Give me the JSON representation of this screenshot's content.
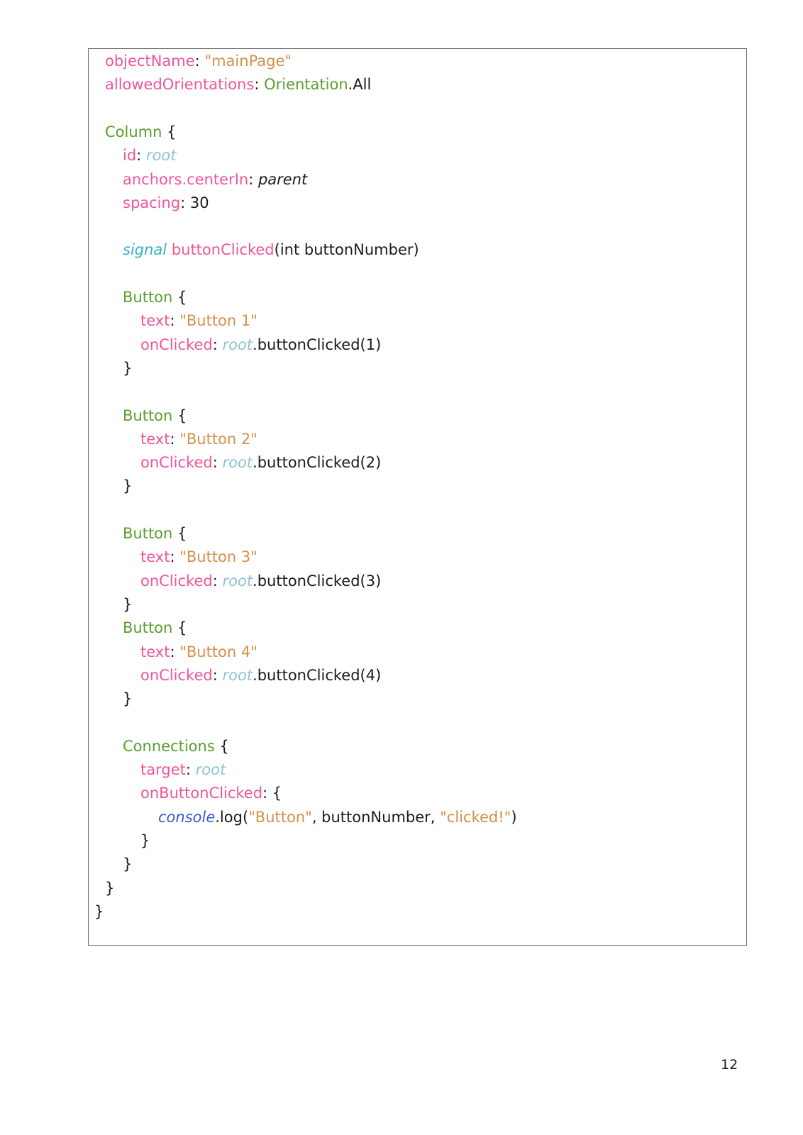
{
  "code_listing": {
    "language": "QML",
    "colors": {
      "property": "#f0559a",
      "string": "#d6904a",
      "type": "#5b9e2e",
      "id_reference": "#8cc5cf",
      "keyword": "#35b3c7",
      "builtin_object": "#3d57c9",
      "plain": "#1a1a1a"
    },
    "lines": [
      {
        "indent": 1,
        "tokens": [
          {
            "t": "objectName",
            "s": "prop"
          },
          {
            "t": ": ",
            "s": "plain"
          },
          {
            "t": "\"mainPage\"",
            "s": "str"
          }
        ]
      },
      {
        "indent": 1,
        "tokens": [
          {
            "t": "allowedOrientations",
            "s": "prop"
          },
          {
            "t": ": ",
            "s": "plain"
          },
          {
            "t": "Orientation",
            "s": "type"
          },
          {
            "t": ".All",
            "s": "plain"
          }
        ]
      },
      {
        "indent": 0,
        "tokens": []
      },
      {
        "indent": 1,
        "tokens": [
          {
            "t": "Column",
            "s": "type"
          },
          {
            "t": " {",
            "s": "plain"
          }
        ]
      },
      {
        "indent": 2,
        "tokens": [
          {
            "t": "id",
            "s": "prop"
          },
          {
            "t": ": ",
            "s": "plain"
          },
          {
            "t": "root",
            "s": "id"
          }
        ]
      },
      {
        "indent": 2,
        "tokens": [
          {
            "t": "anchors.centerIn",
            "s": "prop"
          },
          {
            "t": ": ",
            "s": "plain"
          },
          {
            "t": "parent",
            "s": "ital"
          }
        ]
      },
      {
        "indent": 2,
        "tokens": [
          {
            "t": "spacing",
            "s": "prop"
          },
          {
            "t": ": 30",
            "s": "plain"
          }
        ]
      },
      {
        "indent": 0,
        "tokens": []
      },
      {
        "indent": 2,
        "tokens": [
          {
            "t": "signal",
            "s": "kw"
          },
          {
            "t": " ",
            "s": "plain"
          },
          {
            "t": "buttonClicked",
            "s": "prop"
          },
          {
            "t": "(int buttonNumber)",
            "s": "plain"
          }
        ]
      },
      {
        "indent": 0,
        "tokens": []
      },
      {
        "indent": 2,
        "tokens": [
          {
            "t": "Button",
            "s": "type"
          },
          {
            "t": " {",
            "s": "plain"
          }
        ]
      },
      {
        "indent": 3,
        "tokens": [
          {
            "t": "text",
            "s": "prop"
          },
          {
            "t": ": ",
            "s": "plain"
          },
          {
            "t": "\"Button 1\"",
            "s": "str"
          }
        ]
      },
      {
        "indent": 3,
        "tokens": [
          {
            "t": "onClicked",
            "s": "prop"
          },
          {
            "t": ": ",
            "s": "plain"
          },
          {
            "t": "root",
            "s": "id"
          },
          {
            "t": ".buttonClicked(1)",
            "s": "plain"
          }
        ]
      },
      {
        "indent": 2,
        "tokens": [
          {
            "t": "}",
            "s": "plain"
          }
        ]
      },
      {
        "indent": 0,
        "tokens": []
      },
      {
        "indent": 2,
        "tokens": [
          {
            "t": "Button",
            "s": "type"
          },
          {
            "t": " {",
            "s": "plain"
          }
        ]
      },
      {
        "indent": 3,
        "tokens": [
          {
            "t": "text",
            "s": "prop"
          },
          {
            "t": ": ",
            "s": "plain"
          },
          {
            "t": "\"Button 2\"",
            "s": "str"
          }
        ]
      },
      {
        "indent": 3,
        "tokens": [
          {
            "t": "onClicked",
            "s": "prop"
          },
          {
            "t": ": ",
            "s": "plain"
          },
          {
            "t": "root",
            "s": "id"
          },
          {
            "t": ".buttonClicked(2)",
            "s": "plain"
          }
        ]
      },
      {
        "indent": 2,
        "tokens": [
          {
            "t": "}",
            "s": "plain"
          }
        ]
      },
      {
        "indent": 0,
        "tokens": []
      },
      {
        "indent": 2,
        "tokens": [
          {
            "t": "Button",
            "s": "type"
          },
          {
            "t": " {",
            "s": "plain"
          }
        ]
      },
      {
        "indent": 3,
        "tokens": [
          {
            "t": "text",
            "s": "prop"
          },
          {
            "t": ": ",
            "s": "plain"
          },
          {
            "t": "\"Button 3\"",
            "s": "str"
          }
        ]
      },
      {
        "indent": 3,
        "tokens": [
          {
            "t": "onClicked",
            "s": "prop"
          },
          {
            "t": ": ",
            "s": "plain"
          },
          {
            "t": "root",
            "s": "id"
          },
          {
            "t": ".buttonClicked(3)",
            "s": "plain"
          }
        ]
      },
      {
        "indent": 2,
        "tokens": [
          {
            "t": "}",
            "s": "plain"
          }
        ]
      },
      {
        "indent": 2,
        "tokens": [
          {
            "t": "Button",
            "s": "type"
          },
          {
            "t": " {",
            "s": "plain"
          }
        ]
      },
      {
        "indent": 3,
        "tokens": [
          {
            "t": "text",
            "s": "prop"
          },
          {
            "t": ": ",
            "s": "plain"
          },
          {
            "t": "\"Button 4\"",
            "s": "str"
          }
        ]
      },
      {
        "indent": 3,
        "tokens": [
          {
            "t": "onClicked",
            "s": "prop"
          },
          {
            "t": ": ",
            "s": "plain"
          },
          {
            "t": "root",
            "s": "id"
          },
          {
            "t": ".buttonClicked(4)",
            "s": "plain"
          }
        ]
      },
      {
        "indent": 2,
        "tokens": [
          {
            "t": "}",
            "s": "plain"
          }
        ]
      },
      {
        "indent": 0,
        "tokens": []
      },
      {
        "indent": 2,
        "tokens": [
          {
            "t": "Connections",
            "s": "type"
          },
          {
            "t": " {",
            "s": "plain"
          }
        ]
      },
      {
        "indent": 3,
        "tokens": [
          {
            "t": "target",
            "s": "prop"
          },
          {
            "t": ": ",
            "s": "plain"
          },
          {
            "t": "root",
            "s": "id"
          }
        ]
      },
      {
        "indent": 3,
        "tokens": [
          {
            "t": "onButtonClicked",
            "s": "prop"
          },
          {
            "t": ": {",
            "s": "plain"
          }
        ]
      },
      {
        "indent": 4,
        "tokens": [
          {
            "t": "console",
            "s": "obj"
          },
          {
            "t": ".log(",
            "s": "plain"
          },
          {
            "t": "\"Button\"",
            "s": "str"
          },
          {
            "t": ", buttonNumber, ",
            "s": "plain"
          },
          {
            "t": "\"clicked!\"",
            "s": "str"
          },
          {
            "t": ")",
            "s": "plain"
          }
        ]
      },
      {
        "indent": 3,
        "tokens": [
          {
            "t": "}",
            "s": "plain"
          }
        ]
      },
      {
        "indent": 2,
        "tokens": [
          {
            "t": "}",
            "s": "plain"
          }
        ]
      },
      {
        "indent": 1,
        "tokens": [
          {
            "t": "}",
            "s": "plain"
          }
        ]
      },
      {
        "indent": 0,
        "tokens": [
          {
            "t": "}",
            "s": "plain"
          }
        ]
      }
    ]
  },
  "page": {
    "number": "12"
  }
}
